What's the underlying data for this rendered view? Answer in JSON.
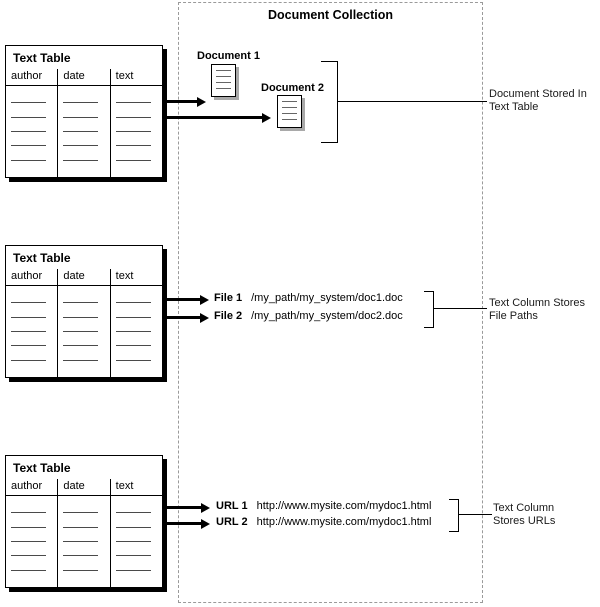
{
  "collection_title": "Document Collection",
  "table": {
    "title": "Text Table",
    "columns": [
      "author",
      "date",
      "text"
    ]
  },
  "sections": {
    "documents": {
      "items": [
        {
          "label": "Document 1"
        },
        {
          "label": "Document 2"
        }
      ],
      "annotation": [
        "Document Stored In",
        "Text Table"
      ]
    },
    "files": {
      "items": [
        {
          "label": "File 1",
          "value": "/my_path/my_system/doc1.doc"
        },
        {
          "label": "File 2",
          "value": "/my_path/my_system/doc2.doc"
        }
      ],
      "annotation": [
        "Text Column Stores",
        "File Paths"
      ]
    },
    "urls": {
      "items": [
        {
          "label": "URL 1",
          "value": "http://www.mysite.com/mydoc1.html"
        },
        {
          "label": "URL 2",
          "value": "http://www.mysite.com/mydoc1.html"
        }
      ],
      "annotation": [
        "Text Column",
        "Stores URLs"
      ]
    }
  }
}
